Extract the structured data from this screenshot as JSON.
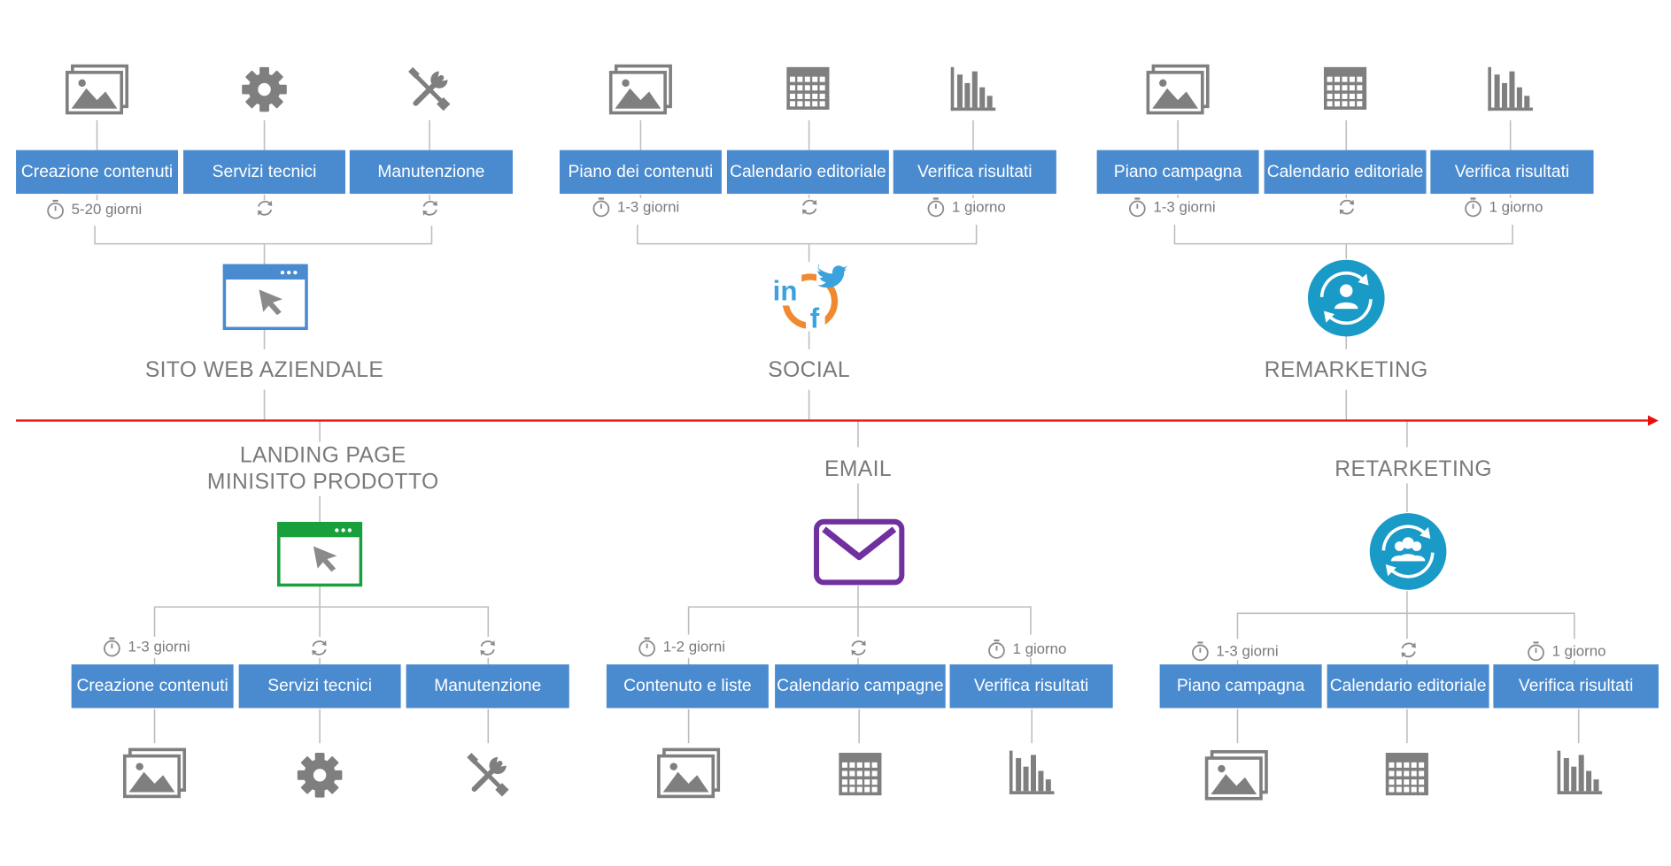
{
  "top": {
    "web": {
      "title": "SITO  WEB AZIENDALE",
      "boxes": [
        "Creazione contenuti",
        "Servizi tecnici",
        "Manutenzione"
      ],
      "duration": "5-20 giorni"
    },
    "social": {
      "title": "SOCIAL",
      "boxes": [
        "Piano dei contenuti",
        "Calendario editoriale",
        "Verifica risultati"
      ],
      "durations": [
        "1-3 giorni",
        "1 giorno"
      ],
      "logo_text": [
        "in",
        "f"
      ]
    },
    "remarketing": {
      "title": "REMARKETING",
      "boxes": [
        "Piano campagna",
        "Calendario editoriale",
        "Verifica risultati"
      ],
      "durations": [
        "1-3 giorni",
        "1 giorno"
      ]
    }
  },
  "bottom": {
    "landing": {
      "title_lines": [
        "LANDING PAGE",
        "MINISITO  PRODOTTO"
      ],
      "boxes": [
        "Creazione contenuti",
        "Servizi tecnici",
        "Manutenzione"
      ],
      "duration": "1-3 giorni"
    },
    "email": {
      "title": "EMAIL",
      "boxes": [
        "Contenuto e liste",
        "Calendario campagne",
        "Verifica risultati"
      ],
      "durations": [
        "1-2 giorni",
        "1 giorno"
      ]
    },
    "retarketing": {
      "title": "RETARKETING",
      "boxes": [
        "Piano campagna",
        "Calendario editoriale",
        "Verifica risultati"
      ],
      "durations": [
        "1-3 giorni",
        "1 giorno"
      ]
    }
  },
  "colors": {
    "box": "#4a8bd0",
    "timeline": "#e8100e",
    "icon_gray": "#7f7f7f",
    "web_browser": "#4a8bd0",
    "landing_browser": "#17a03c",
    "email": "#7030a0",
    "circle_blue": "#1a9bc7",
    "social_orange": "#f08a30",
    "social_blue": "#3aa2dd"
  }
}
